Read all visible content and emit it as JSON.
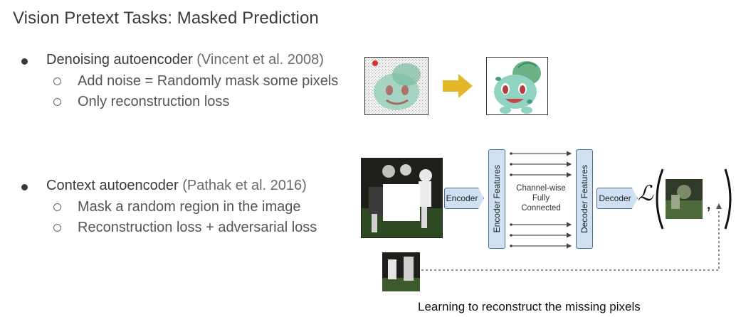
{
  "title": "Vision Pretext Tasks: Masked Prediction",
  "section1": {
    "bullet_main": "Denoising autoencoder",
    "bullet_cite": "(Vincent et al. 2008)",
    "sub1": "Add noise = Randomly mask some pixels",
    "sub2": "Only reconstruction loss"
  },
  "section2": {
    "bullet_main": "Context autoencoder",
    "bullet_cite": "(Pathak et al. 2016)",
    "sub1": "Mask a random region in the image",
    "sub2": "Reconstruction loss +  adversarial loss"
  },
  "diagram": {
    "encoder_label": "Encoder",
    "encoder_features_label": "Encoder Features",
    "channelwise_line1": "Channel-wise",
    "channelwise_line2": "Fully",
    "channelwise_line3": "Connected",
    "decoder_features_label": "Decoder Features",
    "decoder_label": "Decoder",
    "loss_symbol": "ℒ",
    "comma": ","
  },
  "caption": "Learning to reconstruct the missing pixels",
  "colors": {
    "block_fill": "#cfe0f3",
    "block_border": "#4c6d93",
    "arrow_yellow": "#e4b62a",
    "pokemon_green": "#7ccfb8"
  }
}
